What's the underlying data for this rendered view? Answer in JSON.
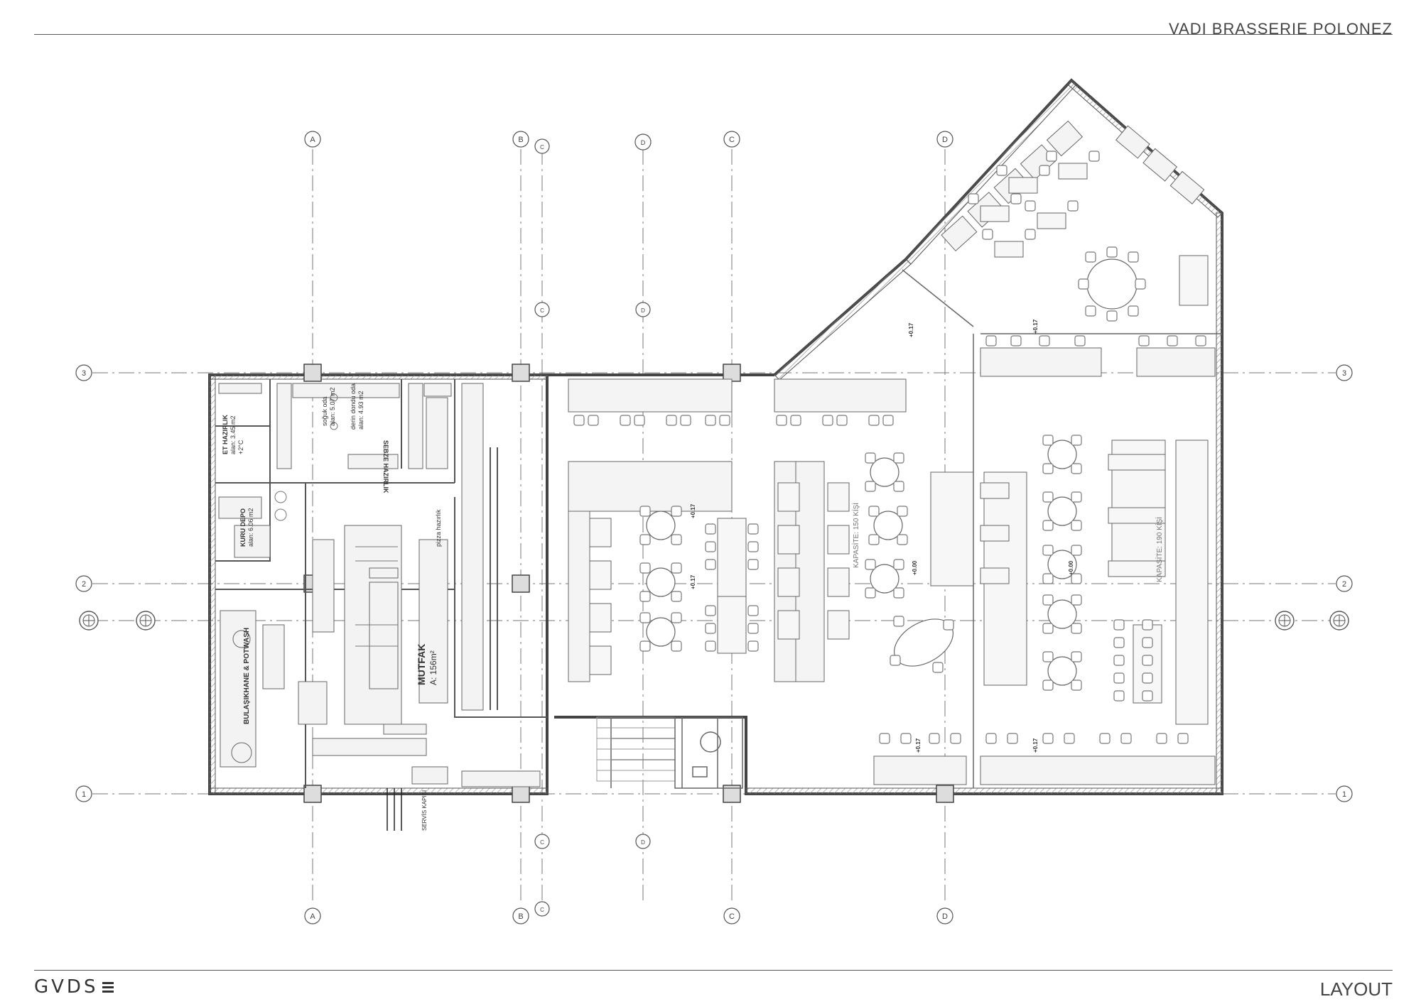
{
  "header": {
    "title": "VADI BRASSERIE POLONEZ"
  },
  "footer": {
    "logo_text": "GVDS",
    "label": "LAYOUT"
  },
  "grid": {
    "columns": [
      "A",
      "B",
      "C",
      "C",
      "D",
      "D"
    ],
    "rows": [
      "3",
      "2",
      "1"
    ]
  },
  "rooms": {
    "et_hazirlik": "ET HAZIRLIK",
    "et_hazirlik_area": "alan: 3.45 m2",
    "et_hazirlik_temp": "+2°C",
    "soguk_oda": "soğuk oda",
    "soguk_oda_area": "alan: 5.07 m2",
    "derin_dondu": "derin dondu oda",
    "derin_dondu_area": "alan: 4.93 m2",
    "sebze_hazirlik": "SEBZE HAZIRLIK",
    "kuru_depo": "KURU DEPO",
    "kuru_depo_area": "alan: 6.06 m2",
    "pizza_hazirlik": "pizza hazırlık",
    "bulasikhane": "BULAŞIKHANE & POTWASH",
    "mutfak": "MUTFAK",
    "mutfak_area": "A: 156m²",
    "servis_kapisi": "SERVİS KAPISI",
    "kapasite_150": "KAPASİTE: 150 KİŞİ",
    "kapasite_190": "KAPASİTE: 190 KİŞİ"
  },
  "levels": {
    "l1": "+0.17",
    "l2": "+0.17",
    "l3": "+0.17",
    "l4": "+0.17",
    "l5": "+0.00",
    "l6": "+0.00",
    "l7": "+0.17",
    "l8": "+0.17"
  }
}
